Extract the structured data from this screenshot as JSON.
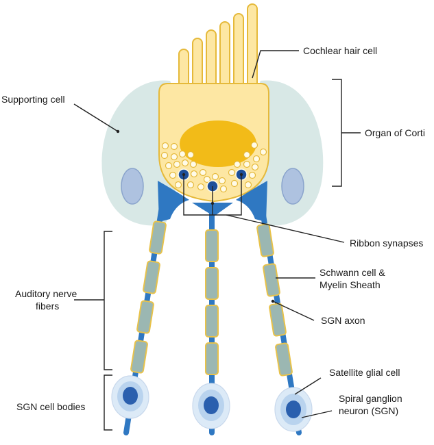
{
  "labels": {
    "cochlear_hair_cell": "Cochlear hair cell",
    "supporting_cell": "Supporting cell",
    "organ_of_corti": "Organ of Corti",
    "ribbon_synapses": "Ribbon synapses",
    "schwann_line1": "Schwann cell &",
    "schwann_line2": "Myelin Sheath",
    "sgn_axon": "SGN axon",
    "auditory_line1": "Auditory nerve",
    "auditory_line2": "fibers",
    "satellite_glial_cell": "Satellite glial cell",
    "spiral_line1": "Spiral ganglion",
    "spiral_line2": "neuron (SGN)",
    "sgn_cell_bodies": "SGN cell bodies"
  },
  "colors": {
    "hair_cell_fill": "#fde7a3",
    "hair_cell_stroke": "#e5b93a",
    "nucleus": "#f2bb18",
    "supporting_cell": "#d8e8e6",
    "nerve_blue": "#2f78c2",
    "synapse_dot": "#1d4f9a",
    "vesicle": "#fffbe8",
    "schwann_fill": "#9bb7b2",
    "schwann_stroke": "#e8c24a",
    "soma_halo": "#dceaf7",
    "soma_nucleus": "#2a5fae",
    "label_text": "#1a1a1a",
    "line": "#222222"
  }
}
